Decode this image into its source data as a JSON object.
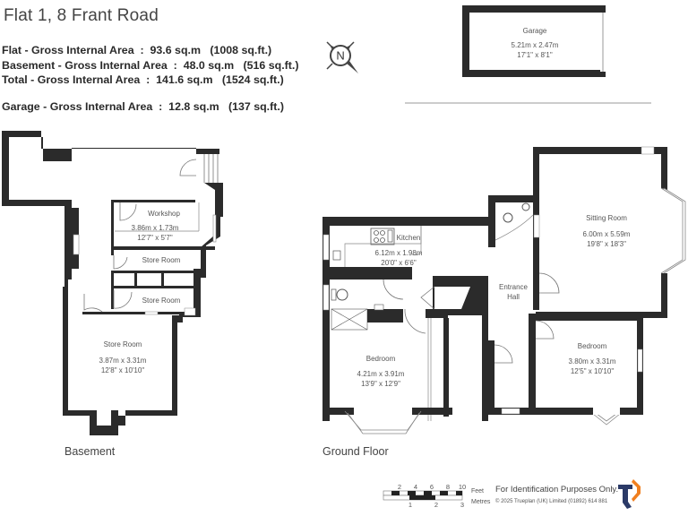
{
  "header": {
    "title": "Flat 1, 8 Frant Road",
    "areas": [
      {
        "label": "Flat - Gross Internal Area",
        "sqm": "93.6 sq.m",
        "sqft": "(1008 sq.ft.)"
      },
      {
        "label": "Basement - Gross Internal Area",
        "sqm": "48.0 sq.m",
        "sqft": "(516 sq.ft.)"
      },
      {
        "label": "Total - Gross Internal Area",
        "sqm": "141.6 sq.m",
        "sqft": "(1524 sq.ft.)"
      }
    ],
    "garage_area": {
      "label": "Garage - Gross Internal Area",
      "sqm": "12.8 sq.m",
      "sqft": "(137 sq.ft.)"
    }
  },
  "compass": {
    "icon": "north-compass-icon",
    "letter": "N"
  },
  "garage": {
    "name": "Garage",
    "metric": "5.21m  x  2.47m",
    "imperial": "17'1\"  x  8'1\""
  },
  "floors": {
    "basement": {
      "label": "Basement",
      "rooms": [
        {
          "name": "Workshop",
          "metric": "3.86m  x  1.73m",
          "imperial": "12'7\"  x  5'7\""
        },
        {
          "name": "Store Room",
          "metric": "",
          "imperial": ""
        },
        {
          "name": "Store Room",
          "metric": "",
          "imperial": ""
        },
        {
          "name": "Store Room",
          "metric": "3.87m  x  3.31m",
          "imperial": "12'8\"  x  10'10\""
        }
      ]
    },
    "ground": {
      "label": "Ground Floor",
      "rooms": [
        {
          "name": "Kitchen",
          "metric": "6.12m  x  1.98m",
          "imperial": "20'0\"  x  6'6\""
        },
        {
          "name": "Sitting Room",
          "metric": "6.00m  x  5.59m",
          "imperial": "19'8\"  x  18'3\""
        },
        {
          "name": "Entrance",
          "name2": "Hall",
          "metric": "",
          "imperial": ""
        },
        {
          "name": "Bedroom",
          "metric": "4.21m  x  3.91m",
          "imperial": "13'9\"  x  12'9\""
        },
        {
          "name": "Bedroom",
          "metric": "3.80m  x  3.31m",
          "imperial": "12'5\"  x  10'10\""
        }
      ]
    }
  },
  "scale_bar": {
    "feet_ticks": [
      "2",
      "4",
      "6",
      "8",
      "10"
    ],
    "metre_ticks": [
      "1",
      "2",
      "3"
    ],
    "feet_label": "Feet",
    "metres_label": "Metres"
  },
  "footer": {
    "note": "For Identification Purposes Only.",
    "copyright": "© 2025 Trueplan (UK) Limited  (01892) 614 881",
    "logo": {
      "icon": "trueplan-logo-icon",
      "primary_color": "#2b3a67",
      "accent_color": "#f07f1f"
    }
  },
  "colors": {
    "wall": "#2b2b2b",
    "text": "#444444",
    "divider": "#bbbbbb"
  }
}
